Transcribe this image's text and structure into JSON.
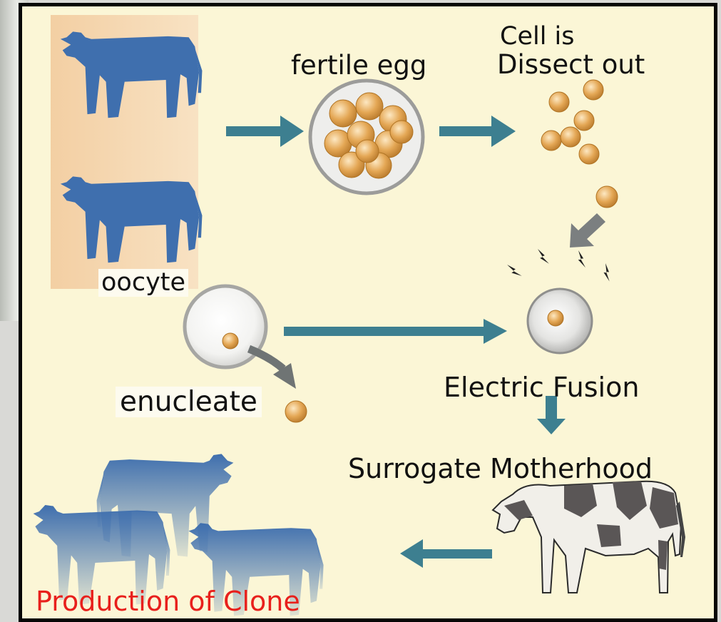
{
  "labels": {
    "fertile_egg": "fertile egg",
    "cell_is": "Cell is",
    "dissect_out": "Dissect out",
    "oocyte": "oocyte",
    "enucleate": "enucleate",
    "electric_fusion": "Electric Fusion",
    "surrogate_motherhood": "Surrogate Motherhood",
    "production_of_clone": "Production of Clone"
  },
  "colors": {
    "background": "#fbf6d6",
    "cow_silhouette": "#3f6fae",
    "arrow": "#3d7f90",
    "cell": "#e0a24e",
    "clone_label": "#e8201c",
    "donor_panel": "#f6d9b2"
  },
  "icons": [
    "cow-silhouette-icon",
    "holstein-cow-icon",
    "lightning-bolt-icon",
    "cell-icon",
    "arrow-icon"
  ]
}
